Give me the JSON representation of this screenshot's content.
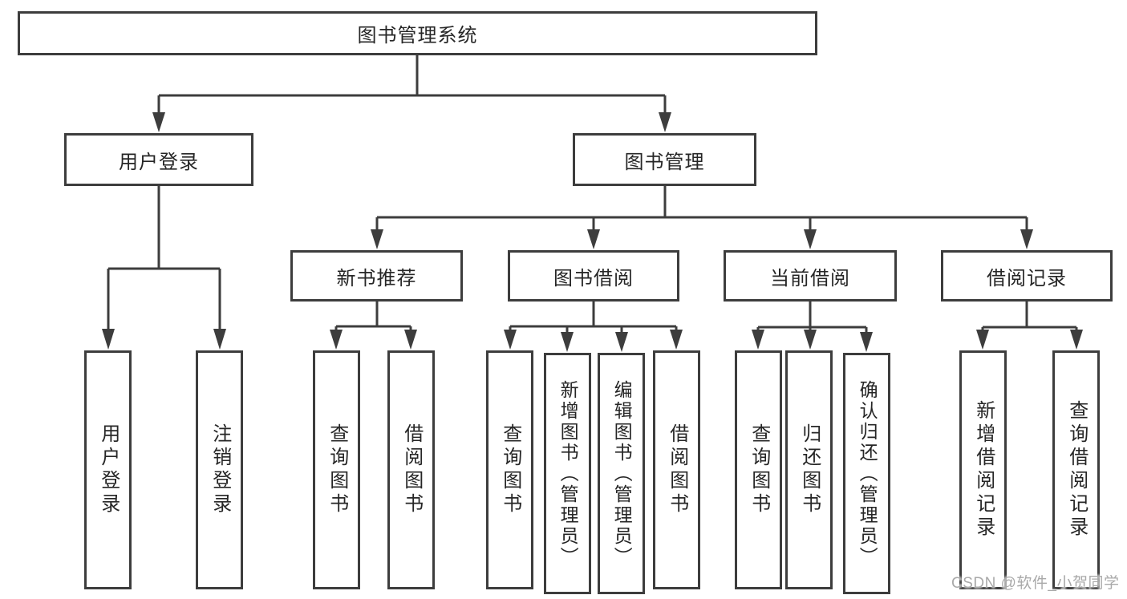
{
  "diagram_title": "图书管理系统",
  "tree": {
    "label": "图书管理系统",
    "children": [
      {
        "label": "用户登录",
        "children": [
          {
            "label": "用户登录"
          },
          {
            "label": "注销登录"
          }
        ]
      },
      {
        "label": "图书管理",
        "children": [
          {
            "label": "新书推荐",
            "children": [
              {
                "label": "查询图书"
              },
              {
                "label": "借阅图书"
              }
            ]
          },
          {
            "label": "图书借阅",
            "children": [
              {
                "label": "查询图书"
              },
              {
                "label": "新增图书（管理员）"
              },
              {
                "label": "编辑图书（管理员）"
              },
              {
                "label": "借阅图书"
              }
            ]
          },
          {
            "label": "当前借阅",
            "children": [
              {
                "label": "查询图书"
              },
              {
                "label": "归还图书"
              },
              {
                "label": "确认归还（管理员）"
              }
            ]
          },
          {
            "label": "借阅记录",
            "children": [
              {
                "label": "新增借阅记录"
              },
              {
                "label": "查询借阅记录"
              }
            ]
          }
        ]
      }
    ]
  },
  "watermark": {
    "text": "CSDN @软件_小贺同学"
  },
  "colors": {
    "line": "#3d3d3d",
    "text": "#262626",
    "watermark": "#a9a9a9",
    "background": "#ffffff"
  }
}
